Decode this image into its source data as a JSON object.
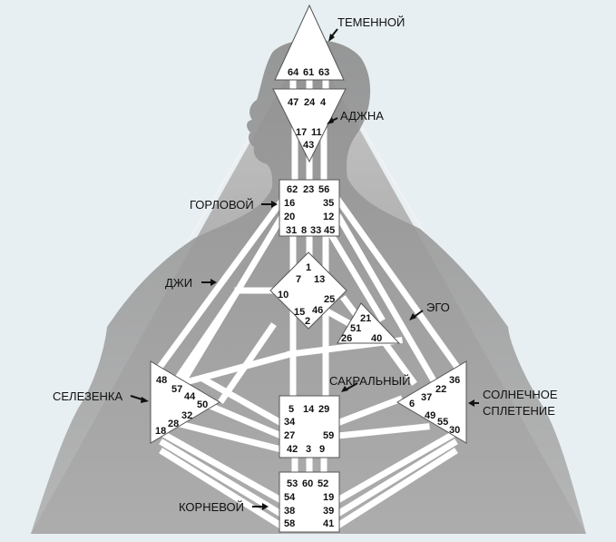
{
  "colors": {
    "background": "#e7eff2",
    "triangle": "#9a9a9a",
    "silhouette": "#a3a3a3",
    "channel": "#ffffff",
    "center": "#ffffff",
    "text": "#111111"
  },
  "centers": {
    "head": {
      "label": "ТЕМЕННОЙ",
      "gates": [
        "64",
        "61",
        "63"
      ]
    },
    "ajna": {
      "label": "АДЖНА",
      "gates": [
        "47",
        "24",
        "4",
        "17",
        "11",
        "43"
      ]
    },
    "throat": {
      "label": "ГОРЛОВОЙ",
      "gates": [
        "62",
        "23",
        "56",
        "16",
        "35",
        "20",
        "12",
        "31",
        "8",
        "33",
        "45"
      ]
    },
    "g": {
      "label": "ДЖИ",
      "gates": [
        "1",
        "7",
        "13",
        "10",
        "25",
        "15",
        "46",
        "2"
      ]
    },
    "ego": {
      "label": "ЭГО",
      "gates": [
        "21",
        "51",
        "26",
        "40"
      ]
    },
    "spleen": {
      "label": "СЕЛЕЗЕНКА",
      "gates": [
        "48",
        "57",
        "44",
        "50",
        "32",
        "28",
        "18"
      ]
    },
    "sacral": {
      "label": "САКРАЛЬНЫЙ",
      "gates": [
        "5",
        "14",
        "29",
        "34",
        "27",
        "59",
        "42",
        "3",
        "9"
      ]
    },
    "solar": {
      "label_line1": "СОЛНЕЧНОЕ",
      "label_line2": "СПЛЕТЕНИЕ",
      "gates": [
        "36",
        "22",
        "37",
        "6",
        "49",
        "55",
        "30"
      ]
    },
    "root": {
      "label": "КОРНЕВОЙ",
      "gates": [
        "53",
        "60",
        "52",
        "54",
        "19",
        "38",
        "39",
        "58",
        "41"
      ]
    }
  }
}
